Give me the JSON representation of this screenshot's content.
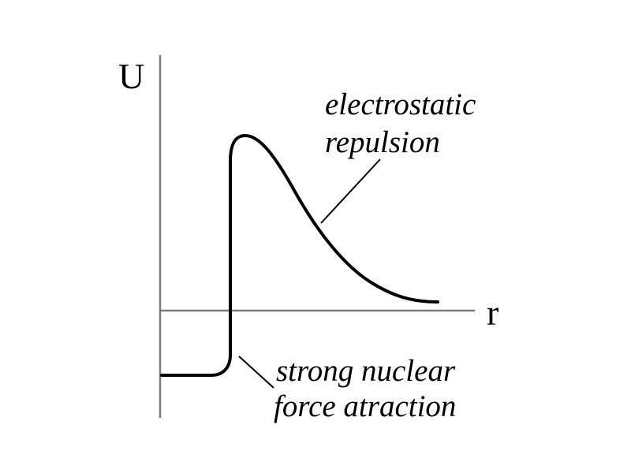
{
  "axes": {
    "y_label": "U",
    "x_label": "r"
  },
  "annotations": {
    "repulsion": {
      "line1": "electrostatic",
      "line2": "repulsion"
    },
    "attraction": {
      "line1": "strong nuclear",
      "line2": "force atraction"
    }
  },
  "colors": {
    "axis": "#7a7a7a",
    "curve": "#000000",
    "text": "#000000",
    "background": "#ffffff"
  }
}
